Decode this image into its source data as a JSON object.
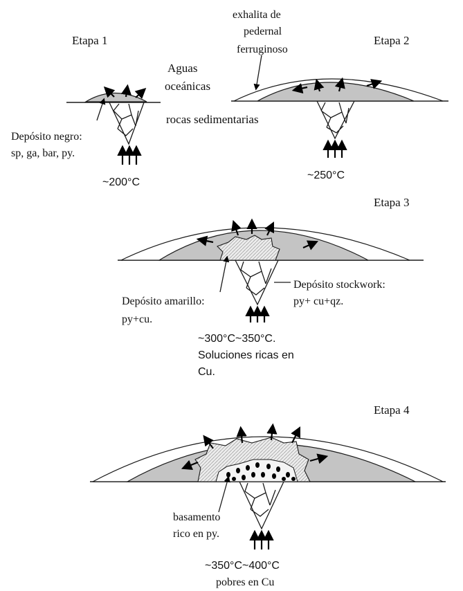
{
  "stage1": {
    "title": "Etapa 1",
    "deposit_label_1": "Depósito negro:",
    "deposit_label_2": "sp, ga, bar, py.",
    "temperature": "~200°C"
  },
  "stage2": {
    "title": "Etapa 2",
    "exhalite_1": "exhalita de",
    "exhalite_2": "pedernal",
    "exhalite_3": "ferruginoso",
    "water_1": "Aguas",
    "water_2": "oceánicas",
    "rocks": "rocas sedimentarias",
    "temperature": "~250°C"
  },
  "stage3": {
    "title": "Etapa 3",
    "stockwork_1": "Depósito stockwork:",
    "stockwork_2": "py+ cu+qz.",
    "yellow_1": "Depósito amarillo:",
    "yellow_2": "py+cu.",
    "temperature": "~300°C~350°C.",
    "solutions_1": "Soluciones ricas en",
    "solutions_2": "Cu."
  },
  "stage4": {
    "title": "Etapa 4",
    "basement_1": "basamento",
    "basement_2": "rico en py.",
    "temperature": "~350°C~400°C",
    "poor": "pobres en Cu"
  },
  "colors": {
    "deposit_fill": "#c4c4c4",
    "chert_fill": "#ffffff",
    "yellow_fill": "#e6e6e6",
    "outline": "#1a1a1a"
  }
}
